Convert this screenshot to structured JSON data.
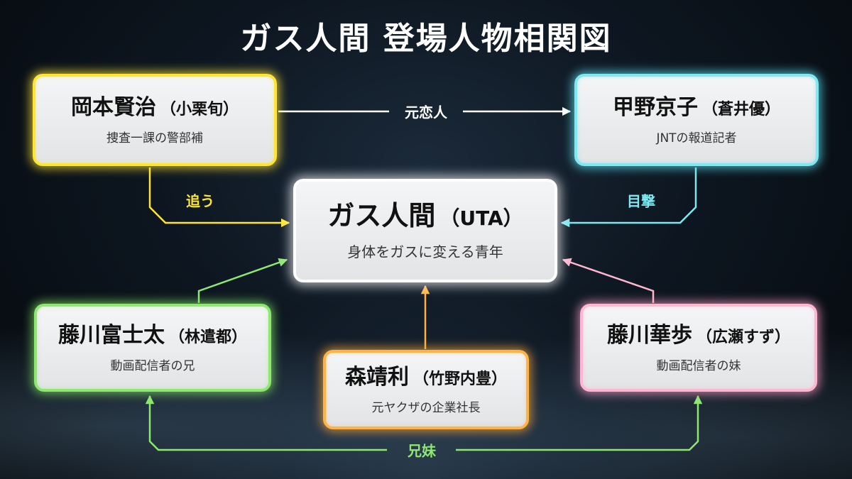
{
  "title": "ガス人間 登場人物相関図",
  "colors": {
    "yellow": "#ffe533",
    "cyan": "#7fe8f0",
    "white": "#ffffff",
    "green": "#8ee870",
    "orange": "#ffb347",
    "pink": "#ffb6cf"
  },
  "nodes": {
    "okamoto": {
      "name": "岡本賢治",
      "actor": "（小栗旬）",
      "desc": "捜査一課の警部補"
    },
    "kono": {
      "name": "甲野京子",
      "actor": "（蒼井優）",
      "desc": "JNTの報道記者"
    },
    "gas": {
      "name": "ガス人間",
      "actor": "（UTA）",
      "desc": "身体をガスに変える青年"
    },
    "futa": {
      "name": "藤川富士太",
      "actor": "（林遣都）",
      "desc": "動画配信者の兄"
    },
    "mori": {
      "name": "森靖利",
      "actor": "（竹野内豊）",
      "desc": "元ヤクザの企業社長"
    },
    "kaho": {
      "name": "藤川華歩",
      "actor": "（広瀬すず）",
      "desc": "動画配信者の妹"
    }
  },
  "edges": {
    "ex_lover": "元恋人",
    "chase": "追う",
    "witness": "目撃",
    "siblings": "兄妹"
  }
}
